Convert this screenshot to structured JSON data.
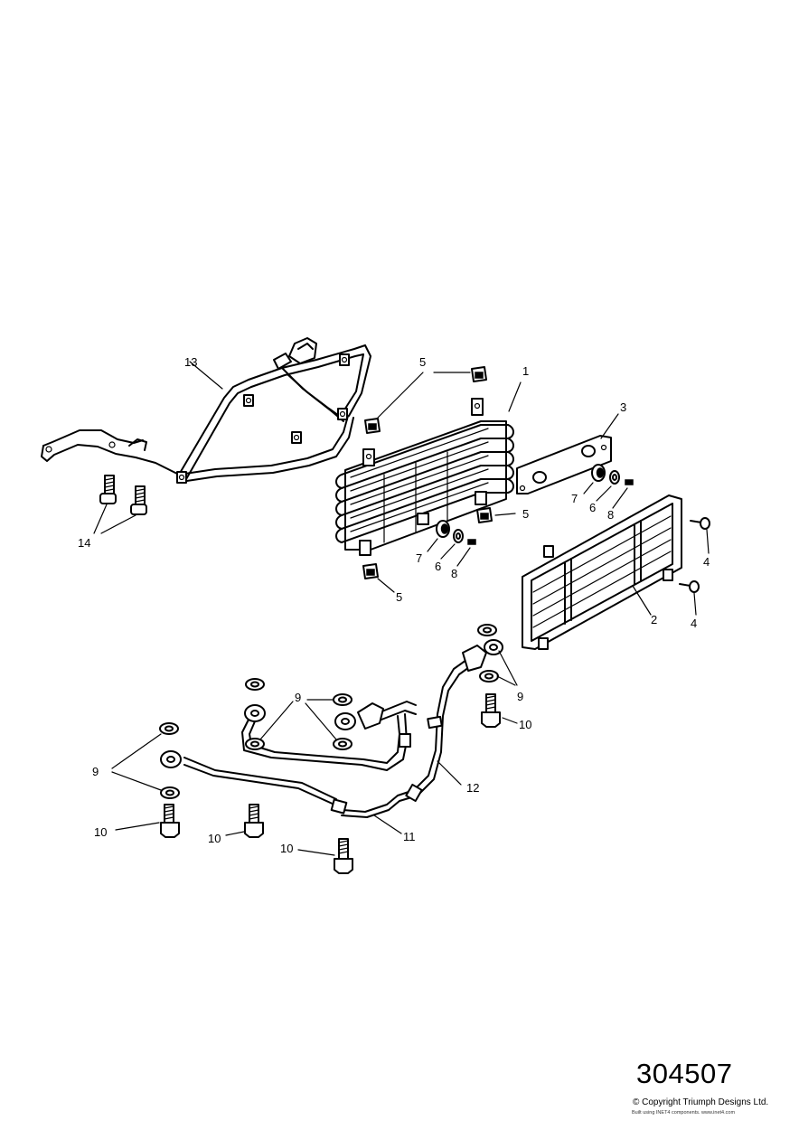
{
  "diagram": {
    "callouts": [
      "1",
      "2",
      "3",
      "4",
      "4",
      "5",
      "5",
      "5",
      "6",
      "6",
      "7",
      "7",
      "8",
      "8",
      "9",
      "9",
      "9",
      "10",
      "10",
      "10",
      "10",
      "11",
      "12",
      "13",
      "14"
    ],
    "number": "304507",
    "copyright": "© Copyright Triumph Designs Ltd.",
    "built_with": "Built using INET4 components. www.inet4.com"
  }
}
